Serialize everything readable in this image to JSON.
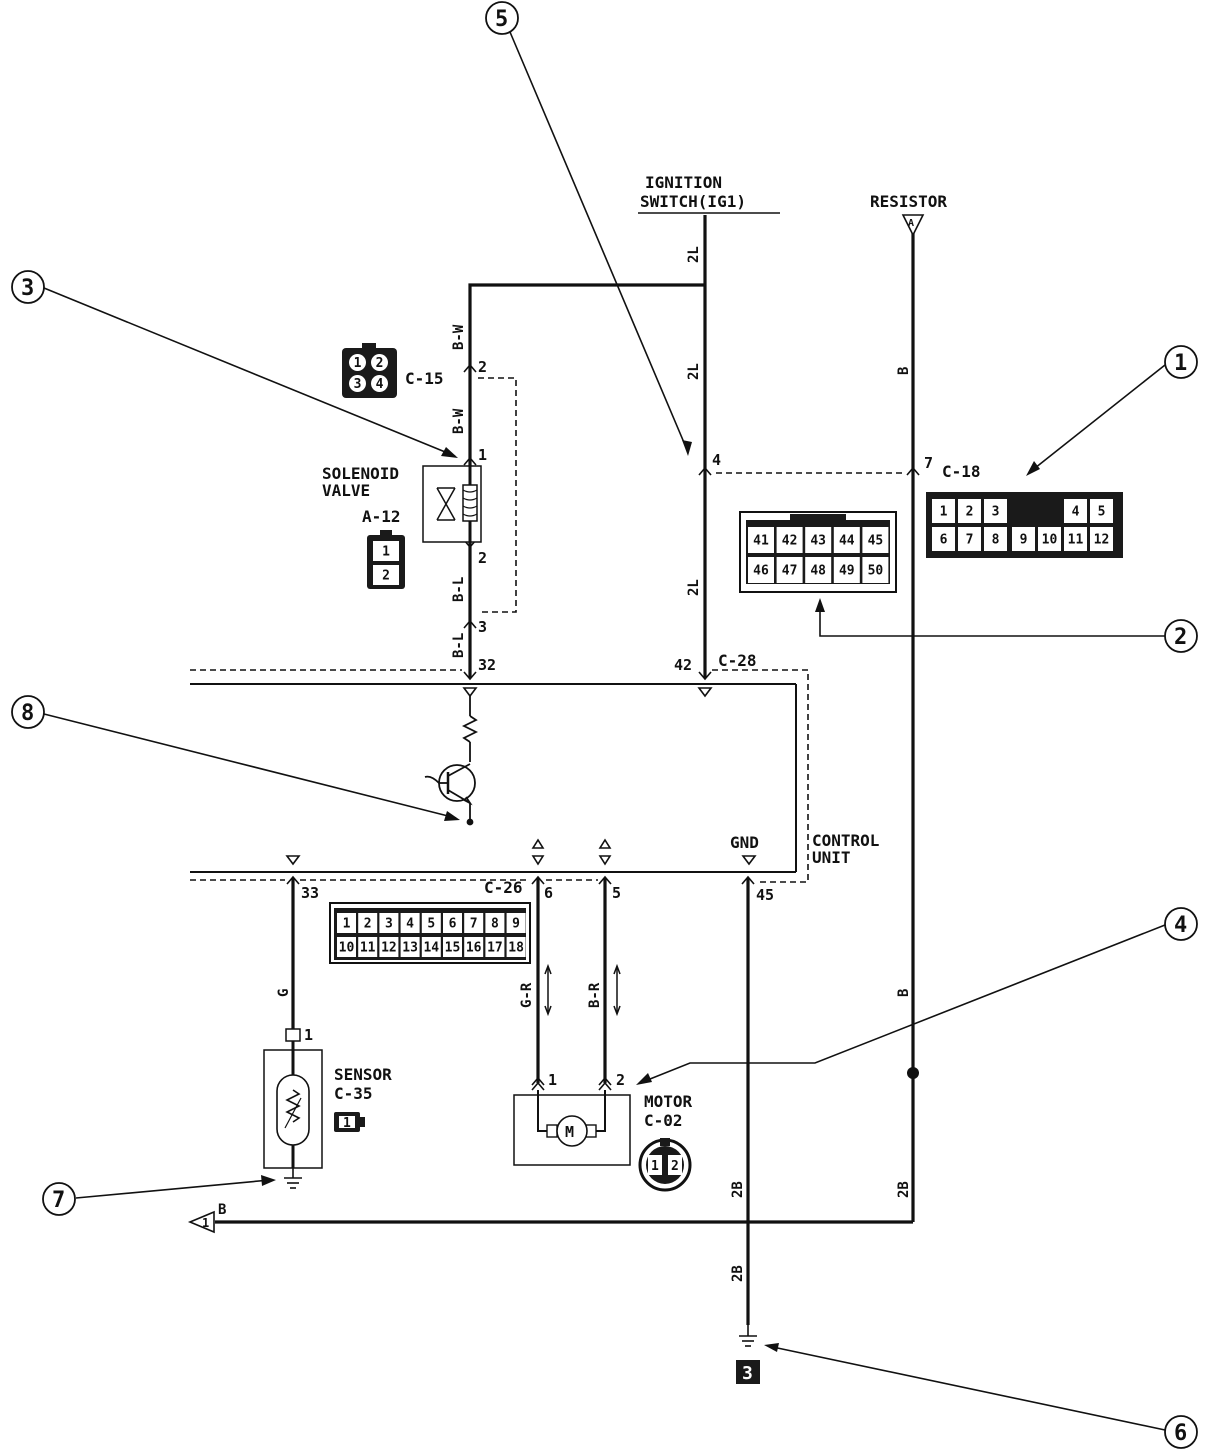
{
  "callouts": [
    "1",
    "2",
    "3",
    "4",
    "5",
    "6",
    "7",
    "8"
  ],
  "components": {
    "ignition_switch": [
      "IGNITION",
      "SWITCH(IG1)"
    ],
    "resistor": "RESISTOR",
    "solenoid_valve": [
      "SOLENOID",
      "VALVE"
    ],
    "a12": "A-12",
    "c15": "C-15",
    "c18": "C-18",
    "c28": "C-28",
    "c26": "C-26",
    "control_unit": [
      "CONTROL",
      "UNIT"
    ],
    "gnd": "GND",
    "sensor": [
      "SENSOR",
      "C-35"
    ],
    "motor": [
      "MOTOR",
      "C-02"
    ],
    "ground_num": "3",
    "resistor_pin": "A",
    "junction_ref": "1",
    "junction_wire": "B"
  },
  "wires": {
    "ig_top": "2L",
    "ig_mid": "2L",
    "ig_low": "2L",
    "bw_top": "B-W",
    "bw_low": "B-W",
    "bl_top": "B-L",
    "bl_low": "B-L",
    "res_b": "B",
    "res_b2": "B",
    "res_2b": "2B",
    "sensor_g": "G",
    "motor_gr": "G-R",
    "motor_br": "B-R",
    "gnd_2b_a": "2B",
    "gnd_2b_b": "2B"
  },
  "pins": {
    "c15_2": "2",
    "sol_1": "1",
    "sol_2": "2",
    "c15_3": "3",
    "cu_32": "32",
    "cu_42": "42",
    "c18_4": "4",
    "c18_7": "7",
    "cu_33": "33",
    "cu_6": "6",
    "cu_5": "5",
    "cu_45": "45",
    "sensor_1": "1",
    "motor_1": "1",
    "motor_2": "2"
  },
  "connector_grids": {
    "c15": [
      [
        "1",
        "2"
      ],
      [
        "3",
        "4"
      ]
    ],
    "a12": [
      [
        "1"
      ],
      [
        "2"
      ]
    ],
    "c18": [
      [
        "1",
        "2",
        "3",
        "",
        "4",
        "5"
      ],
      [
        "6",
        "7",
        "8",
        "9",
        "10",
        "11",
        "12"
      ]
    ],
    "c28": [
      [
        "41",
        "42",
        "43",
        "44",
        "45"
      ],
      [
        "46",
        "47",
        "48",
        "49",
        "50"
      ]
    ],
    "c26": [
      [
        "1",
        "2",
        "3",
        "4",
        "5",
        "6",
        "7",
        "8",
        "9"
      ],
      [
        "10",
        "11",
        "12",
        "13",
        "14",
        "15",
        "16",
        "17",
        "18"
      ]
    ],
    "sensor_conn": [
      "1"
    ],
    "motor_conn": [
      "1",
      "2"
    ]
  }
}
